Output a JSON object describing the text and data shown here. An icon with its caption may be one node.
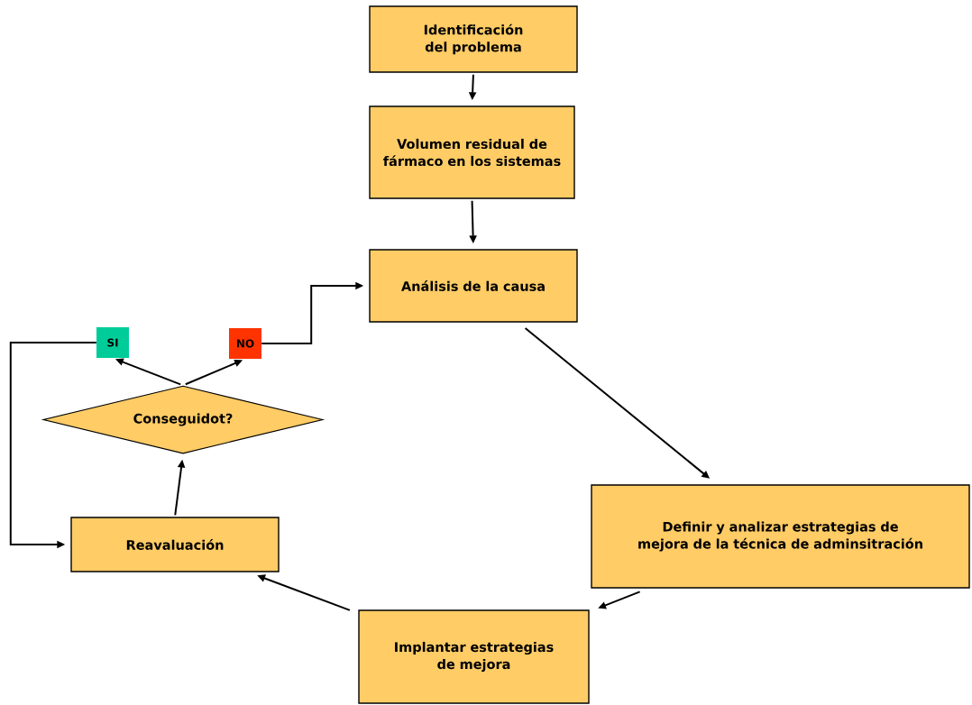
{
  "diagram": {
    "nodes": [
      {
        "text": [
          "Identificación del problema"
        ]
      },
      {
        "text": [
          "Volumen residual de fármaco en los sistemas"
        ]
      },
      {
        "text": [
          "Análisis de la causa"
        ]
      },
      {
        "text": [
          "Definir y analizar estrategias de mejora de la técnica de adminsitración"
        ]
      },
      {
        "text": [
          "Implantar estrategias de mejora"
        ]
      },
      {
        "text": [
          "Reavaluación"
        ]
      },
      {
        "text": [
          "Conseguidot?"
        ]
      },
      {
        "text": [
          "SI"
        ]
      },
      {
        "text": [
          "NO"
        ]
      }
    ],
    "edges": [
      {
        "from": 0,
        "to": 1,
        "arrow": "to"
      },
      {
        "from": 1,
        "to": 2,
        "arrow": "to"
      },
      {
        "from": 2,
        "to": 3,
        "arrow": "to"
      },
      {
        "from": 3,
        "to": 4,
        "arrow": "to"
      },
      {
        "from": 4,
        "to": 5,
        "arrow": "to"
      },
      {
        "from": 5,
        "to": 6,
        "arrow": "to"
      },
      {
        "from": 6,
        "to": 7,
        "arrow": "to"
      },
      {
        "from": 6,
        "to": 8,
        "arrow": "to"
      },
      {
        "from": 8,
        "to": 2,
        "arrow": "to"
      },
      {
        "from": 7,
        "to": 5,
        "arrow": "to"
      }
    ]
  }
}
